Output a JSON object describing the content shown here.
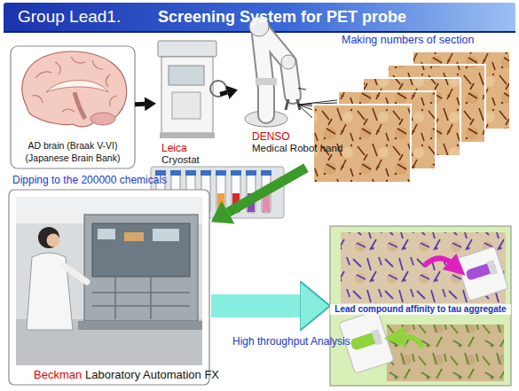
{
  "diagram": {
    "title": "Screening System for PET probe",
    "nodes": [
      {
        "text": [
          "AD brain (Braak V-VI)",
          "(Japanese Brain Bank)"
        ]
      },
      {
        "text": [
          "Leica",
          "Cryostat"
        ]
      },
      {
        "text": [
          "DENSO",
          "Medical Robot hand"
        ]
      },
      {
        "text": [
          "Making numbers of section"
        ]
      },
      {
        "text": [
          "Dipping to the 200000 chemicals",
          "Beckman",
          "Laboratory Automation FX"
        ]
      },
      {
        "text": [
          "Lead compound affinity to tau aggregate"
        ]
      }
    ],
    "edges": [
      {
        "from": 0,
        "to": 1,
        "arrow": "to"
      },
      {
        "from": 1,
        "to": 2,
        "arrow": "to"
      },
      {
        "from": 2,
        "to": 3,
        "arrow": "none"
      },
      {
        "from": 3,
        "to": 4,
        "arrow": "to"
      },
      {
        "from": 4,
        "to": 5,
        "label": "High throughput Analysis",
        "arrow": "to"
      }
    ],
    "labels": [
      "Group Lead1."
    ]
  }
}
